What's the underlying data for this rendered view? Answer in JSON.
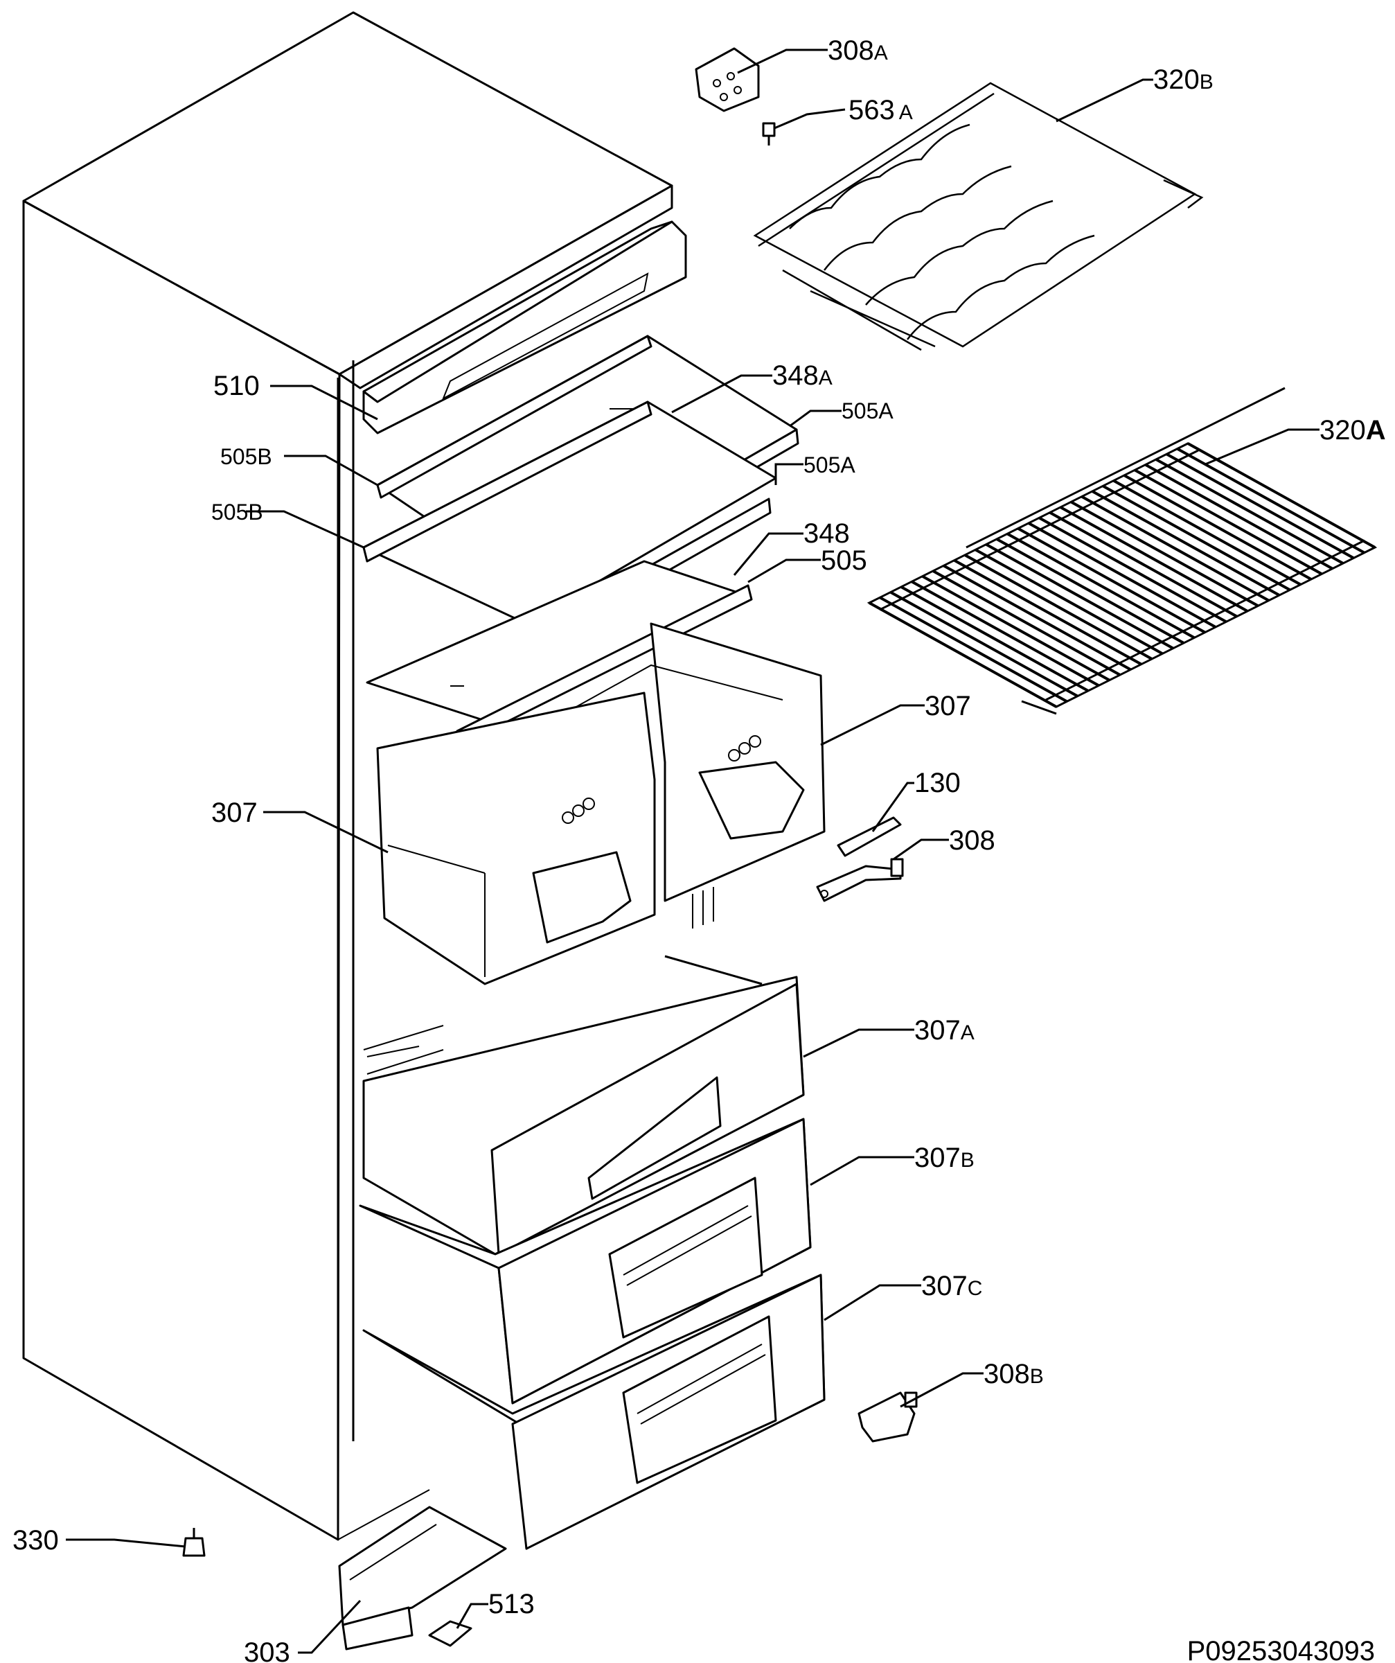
{
  "document_code": "P09253043093",
  "callouts": {
    "c308A": {
      "num": "308",
      "suffix": "A"
    },
    "c563A": {
      "num": "563",
      "suffix": "A"
    },
    "c320B": {
      "num": "320",
      "suffix": "B"
    },
    "c510": {
      "num": "510"
    },
    "c348A": {
      "num": "348",
      "suffix": "A"
    },
    "c505A_1": {
      "num": "505A"
    },
    "c505B_1": {
      "num": "505B"
    },
    "c505A_2": {
      "num": "505A"
    },
    "c505B_2": {
      "num": "505B"
    },
    "c348": {
      "num": "348"
    },
    "c505": {
      "num": "505"
    },
    "c320A": {
      "num": "320",
      "suffix": "A"
    },
    "c307_right": {
      "num": "307"
    },
    "c307_left": {
      "num": "307"
    },
    "c130": {
      "num": "130"
    },
    "c308": {
      "num": "308"
    },
    "c307A": {
      "num": "307",
      "suffix": "A"
    },
    "c307B": {
      "num": "307",
      "suffix": "B"
    },
    "c307C": {
      "num": "307",
      "suffix": "C"
    },
    "c308B": {
      "num": "308",
      "suffix": "B"
    },
    "c330": {
      "num": "330"
    },
    "c303": {
      "num": "303"
    },
    "c513": {
      "num": "513"
    }
  }
}
